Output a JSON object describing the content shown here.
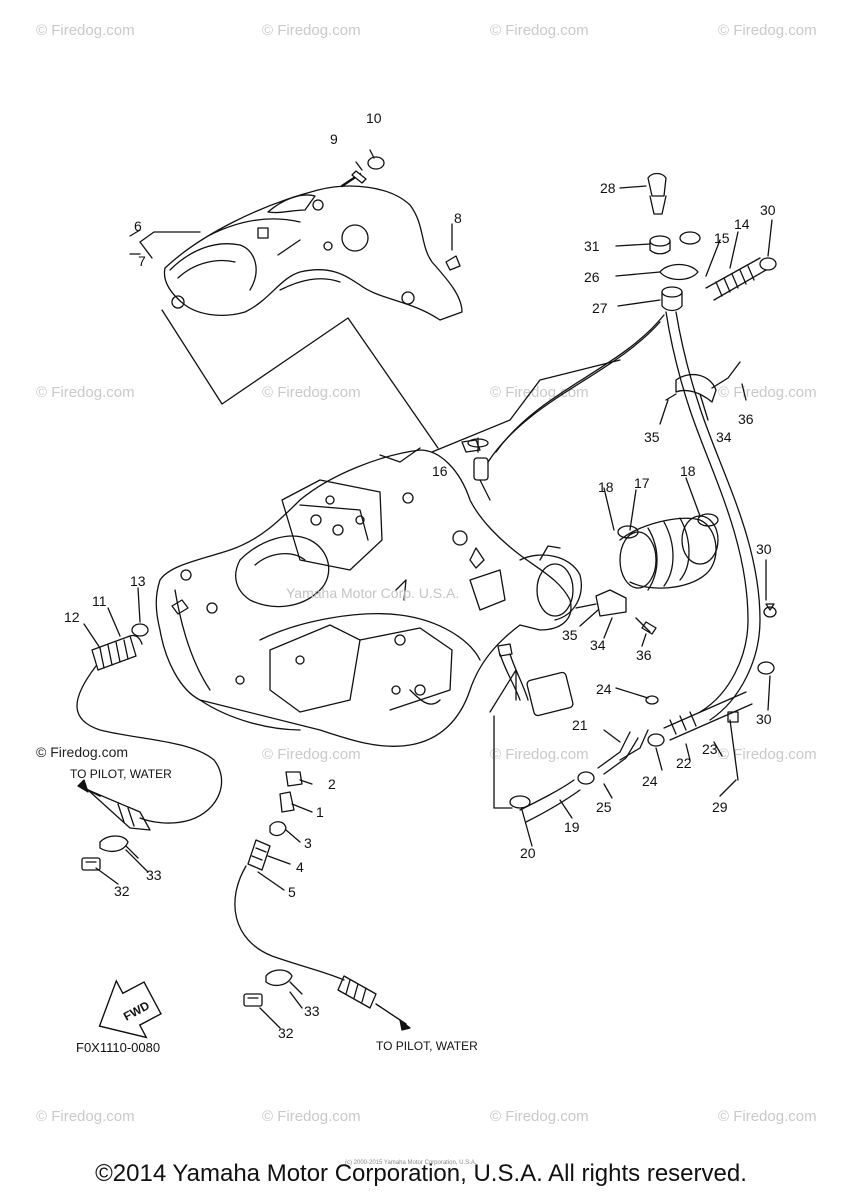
{
  "watermark": "© Firedog.com",
  "corner_watermark": "© Firedog.com",
  "center_watermark": "Yamaha Motor Corp. U.S.A.",
  "fwd_label": "FWD",
  "figure_code": "F0X1110-0080",
  "to_pilot_left": "TO PILOT, WATER",
  "to_pilot_bottom": "TO PILOT, WATER",
  "footer": "©2014 Yamaha Motor Corporation, U.S.A. All rights reserved.",
  "footer_small": "(c) 2000-2015 Yamaha Motor Corporation, U.S.A.",
  "callouts": [
    "1",
    "2",
    "3",
    "4",
    "5",
    "6",
    "7",
    "8",
    "9",
    "10",
    "11",
    "12",
    "13",
    "14",
    "15",
    "16",
    "17",
    "18",
    "18",
    "19",
    "20",
    "21",
    "22",
    "23",
    "24",
    "24",
    "25",
    "26",
    "27",
    "28",
    "29",
    "30",
    "30",
    "30",
    "31",
    "32",
    "32",
    "33",
    "33",
    "34",
    "34",
    "35",
    "35",
    "36",
    "36"
  ]
}
